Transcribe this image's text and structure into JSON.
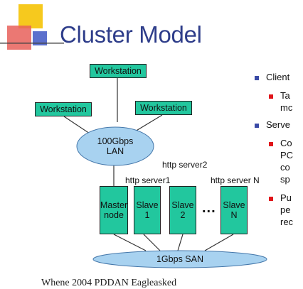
{
  "title": "Cluster Model",
  "colors": {
    "title": "#2e3d8a",
    "node": "#22c79e",
    "ellipse": "#a8d2f0",
    "bullet_blue": "#3a4aa6",
    "bullet_red": "#e0141a",
    "logo_yellow": "#f6c91e",
    "logo_red": "#e8605a",
    "logo_blue": "#3f57c4"
  },
  "diagram": {
    "workstations": [
      "Workstation",
      "Workstation",
      "Workstation"
    ],
    "lan": {
      "line1": "100Gbps",
      "line2": "LAN"
    },
    "server_labels": {
      "server2": "http server2",
      "server1": "http server1",
      "serverN": "http server N"
    },
    "nodes": {
      "master": {
        "line1": "Master",
        "line2": "node"
      },
      "slave1": {
        "line1": "Slave",
        "line2": "1"
      },
      "slave2": {
        "line1": "Slave",
        "line2": "2"
      },
      "slaveN": {
        "line1": "Slave",
        "line2": "N"
      }
    },
    "ellipsis": "...",
    "san": "1Gbps SAN"
  },
  "bullets": [
    {
      "level": 1,
      "text": "Client"
    },
    {
      "level": 2,
      "text": "Ta"
    },
    {
      "level": 0,
      "text": "mc"
    },
    {
      "level": 1,
      "text": "Serve"
    },
    {
      "level": 2,
      "text": "Co"
    },
    {
      "level": 0,
      "text": "PC"
    },
    {
      "level": 0,
      "text": "co"
    },
    {
      "level": 0,
      "text": "sp"
    },
    {
      "level": 2,
      "text": "Pu"
    },
    {
      "level": 0,
      "text": "pe"
    },
    {
      "level": 0,
      "text": "rec"
    }
  ],
  "footer": "Whene 2004   PDDAN Eagleasked"
}
